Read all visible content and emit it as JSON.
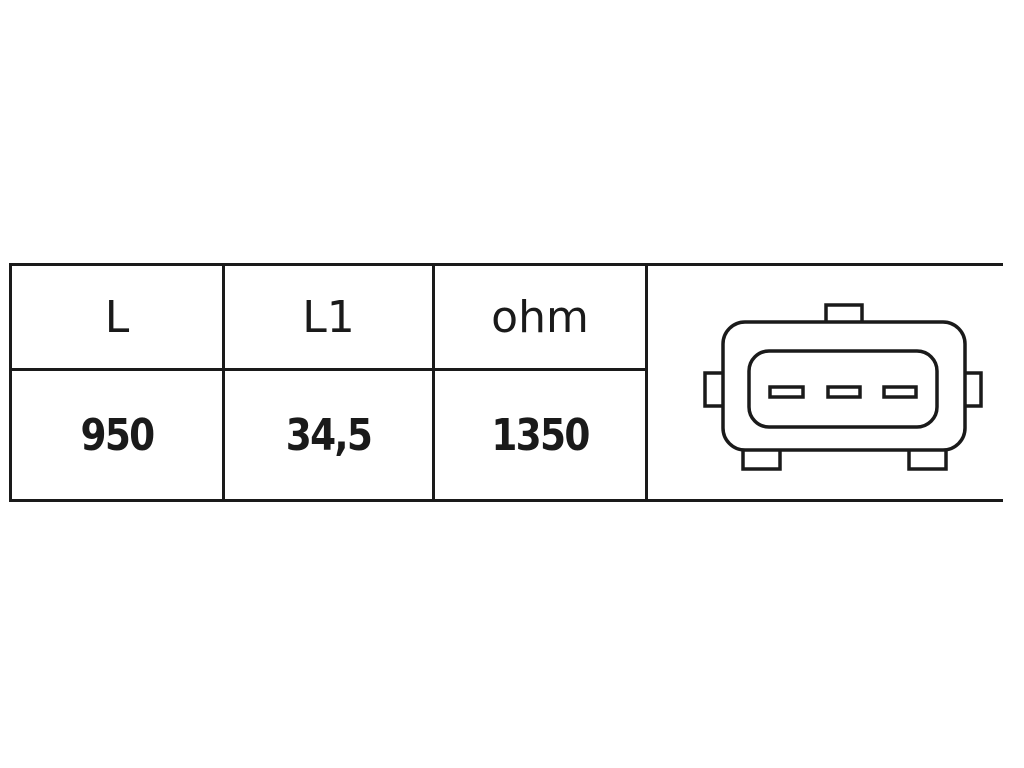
{
  "table": {
    "headers": [
      "L",
      "L1",
      "ohm"
    ],
    "values": [
      "950",
      "34,5",
      "1350"
    ]
  },
  "connector": {
    "icon": "three-pin-connector-icon",
    "pins": 3
  }
}
